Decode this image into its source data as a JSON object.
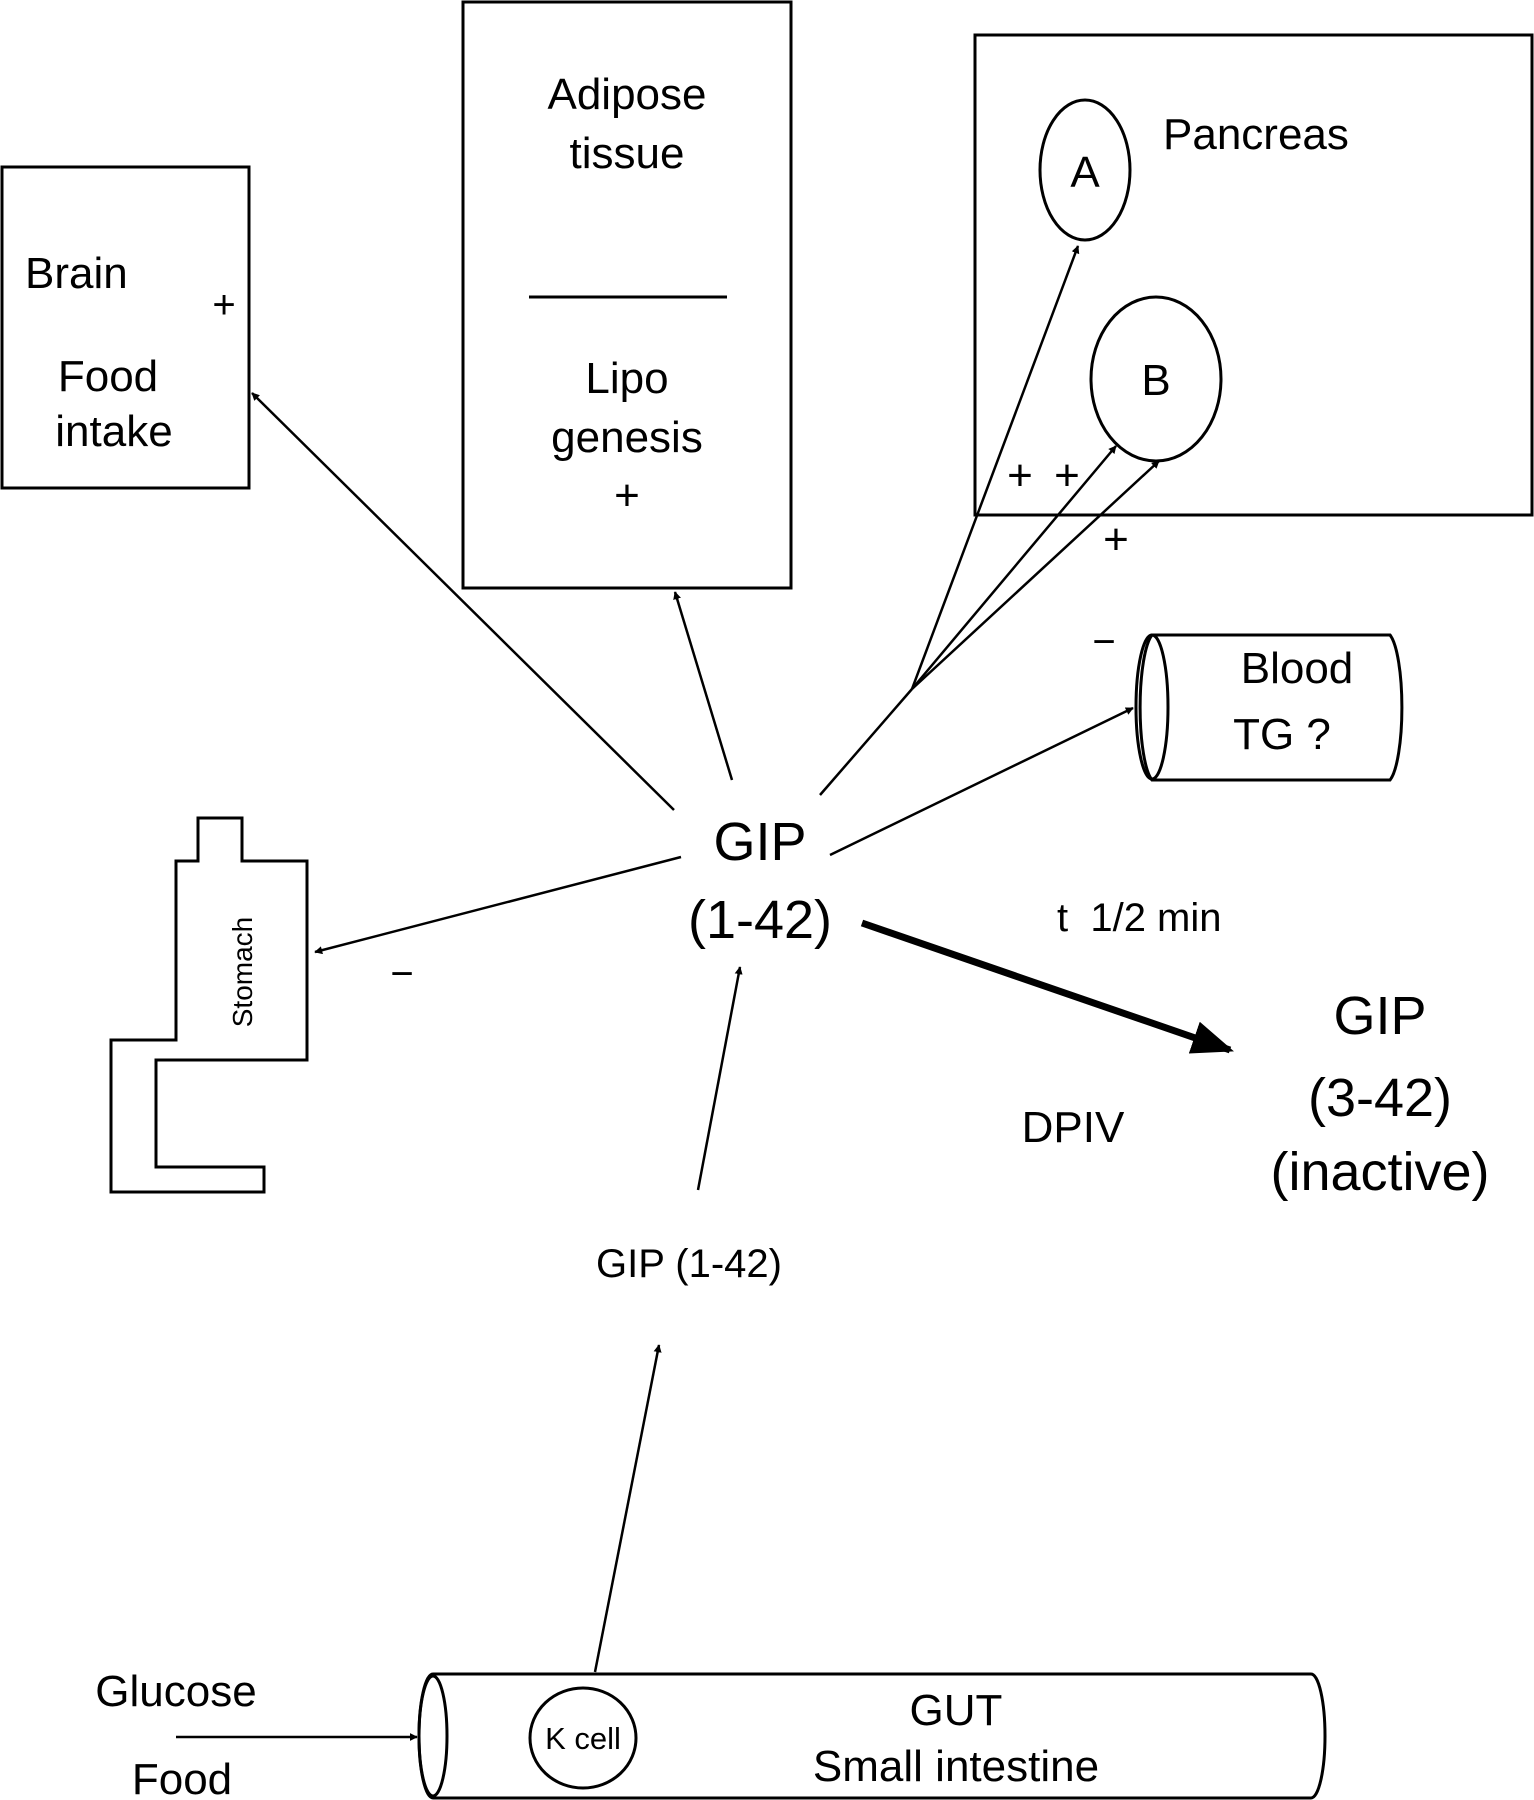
{
  "colors": {
    "ink": "#000000",
    "background": "#ffffff"
  },
  "brain": {
    "title": "Brain",
    "effect_sign": "+",
    "effect_line1": "Food",
    "effect_line2": "intake"
  },
  "adipose": {
    "title_line1": "Adipose",
    "title_line2": "tissue",
    "effect_line1": "Lipo",
    "effect_line2": "genesis",
    "effect_sign": "+"
  },
  "pancreas": {
    "title": "Pancreas",
    "cell_a": "A",
    "cell_b": "B",
    "sign_1": "+",
    "sign_2": "+",
    "sign_3": "+"
  },
  "blood": {
    "line1": "Blood",
    "line2": "TG ?",
    "sign": "−"
  },
  "stomach": {
    "label": "Stomach",
    "sign": "−"
  },
  "gip_center": {
    "line1": "GIP",
    "line2": "(1-42)"
  },
  "degradation": {
    "half_life": "t  1/2 min",
    "enzyme": "DPIV",
    "product_line1": "GIP",
    "product_line2": "(3-42)",
    "product_line3": "(inactive)"
  },
  "secretion": {
    "label": "GIP (1-42)"
  },
  "gut": {
    "cell": "K cell",
    "line1": "GUT",
    "line2": "Small intestine"
  },
  "inputs": {
    "line1": "Glucose",
    "line2": "Food"
  }
}
